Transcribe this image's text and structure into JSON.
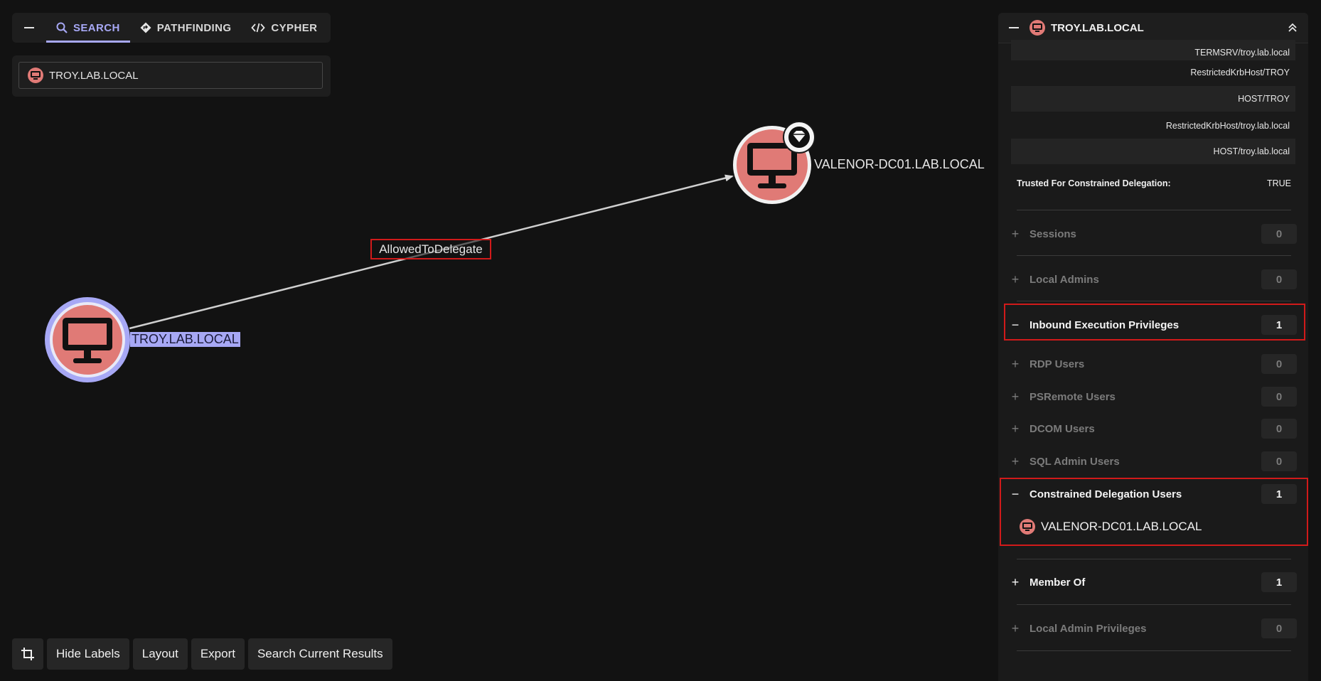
{
  "search_card": {
    "tabs": [
      {
        "label": "SEARCH",
        "icon": "search-icon",
        "active": true
      },
      {
        "label": "PATHFINDING",
        "icon": "pathfinding-icon",
        "active": false
      },
      {
        "label": "CYPHER",
        "icon": "code-icon",
        "active": false
      }
    ],
    "search_value": "TROY.LAB.LOCAL"
  },
  "graph": {
    "source_node": {
      "label": "TROY.LAB.LOCAL",
      "icon": "computer-icon",
      "selected": true
    },
    "target_node": {
      "label": "VALENOR-DC01.LAB.LOCAL",
      "icon": "computer-icon",
      "badge": "diamond-badge-icon"
    },
    "edge": {
      "label": "AllowedToDelegate"
    }
  },
  "toolbar": {
    "crop_icon": "crop-icon",
    "hide_labels": "Hide Labels",
    "layout": "Layout",
    "export": "Export",
    "search_results": "Search Current Results"
  },
  "panel": {
    "title": "TROY.LAB.LOCAL",
    "spns": [
      "TERMSRV/troy.lab.local",
      "RestrictedKrbHost/TROY",
      "HOST/TROY",
      "RestrictedKrbHost/troy.lab.local",
      "HOST/troy.lab.local"
    ],
    "trusted_delegation": {
      "label": "Trusted For Constrained Delegation:",
      "value": "TRUE"
    },
    "sections": [
      {
        "label": "Sessions",
        "count": "0",
        "state": "dim"
      },
      {
        "label": "Local Admins",
        "count": "0",
        "state": "dim"
      },
      {
        "label": "Inbound Execution Privileges",
        "count": "1",
        "state": "expanded"
      },
      {
        "label": "RDP Users",
        "count": "0",
        "state": "dim"
      },
      {
        "label": "PSRemote Users",
        "count": "0",
        "state": "dim"
      },
      {
        "label": "DCOM Users",
        "count": "0",
        "state": "dim"
      },
      {
        "label": "SQL Admin Users",
        "count": "0",
        "state": "dim"
      },
      {
        "label": "Constrained Delegation Users",
        "count": "1",
        "state": "expanded"
      },
      {
        "label": "Member Of",
        "count": "1",
        "state": "on"
      },
      {
        "label": "Local Admin Privileges",
        "count": "0",
        "state": "dim"
      }
    ],
    "constrained_delegation_users": [
      "VALENOR-DC01.LAB.LOCAL"
    ]
  },
  "colors": {
    "accent": "#a7a8f5",
    "node_fill": "#e07a76",
    "highlight_box": "#d11a1a",
    "background": "#121212"
  }
}
